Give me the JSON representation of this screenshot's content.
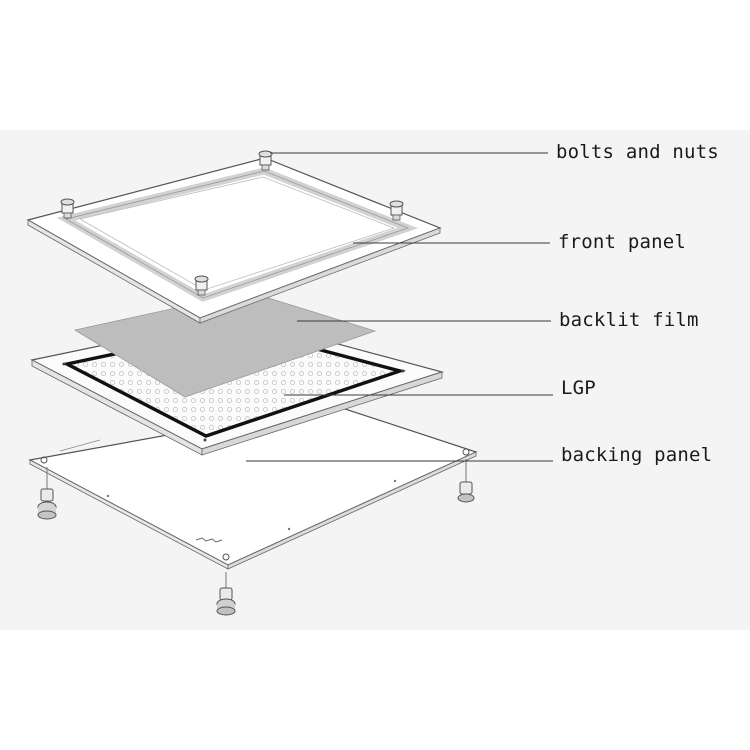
{
  "labels": {
    "bolts": "bolts and nuts",
    "front_panel": "front panel",
    "backlit_film": "backlit film",
    "lgp": "LGP",
    "backing_panel": "backing panel"
  },
  "colors": {
    "background_band": "#f4f4f4",
    "line": "#3a3a3a",
    "film": "#bdbdbd",
    "lgp_border": "#111111",
    "panel_fill": "#ffffff"
  }
}
